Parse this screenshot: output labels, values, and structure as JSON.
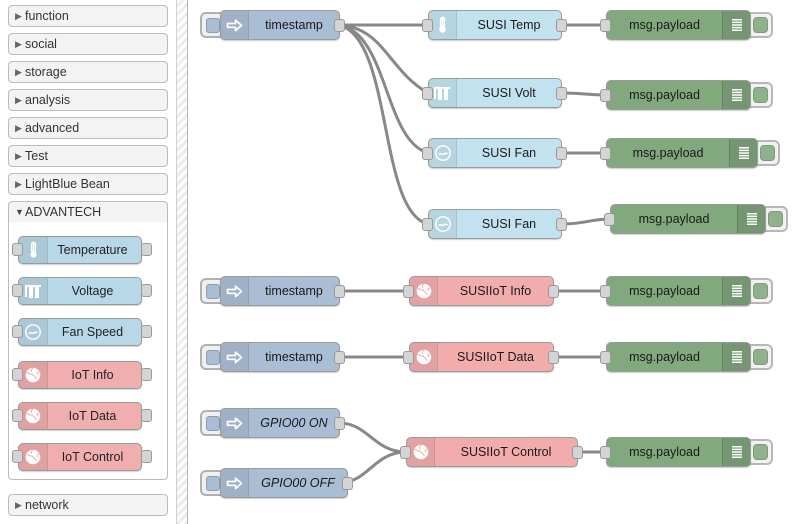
{
  "palette": {
    "categories": [
      {
        "label": "function",
        "expanded": false,
        "icon": "triangle-right-icon"
      },
      {
        "label": "social",
        "expanded": false,
        "icon": "triangle-right-icon"
      },
      {
        "label": "storage",
        "expanded": false,
        "icon": "triangle-right-icon"
      },
      {
        "label": "analysis",
        "expanded": false,
        "icon": "triangle-right-icon"
      },
      {
        "label": "advanced",
        "expanded": false,
        "icon": "triangle-right-icon"
      },
      {
        "label": "Test",
        "expanded": false,
        "icon": "triangle-right-icon"
      },
      {
        "label": "LightBlue Bean",
        "expanded": false,
        "icon": "triangle-right-icon"
      },
      {
        "label": "ADVANTECH",
        "expanded": true,
        "icon": "triangle-down-icon"
      },
      {
        "label": "network",
        "expanded": false,
        "icon": "triangle-right-icon"
      }
    ],
    "nodes": [
      {
        "label": "Temperature",
        "icon": "thermometer-icon",
        "color": "#b8d8e8"
      },
      {
        "label": "Voltage",
        "icon": "waveform-icon",
        "color": "#b8d8e8"
      },
      {
        "label": "Fan Speed",
        "icon": "gauge-icon",
        "color": "#b8d8e8"
      },
      {
        "label": "IoT Info",
        "icon": "globe-icon",
        "color": "#f1aeae"
      },
      {
        "label": "IoT Data",
        "icon": "globe-icon",
        "color": "#f1aeae"
      },
      {
        "label": "IoT Control",
        "icon": "globe-icon",
        "color": "#f1aeae"
      }
    ]
  },
  "flow": {
    "nodes": [
      {
        "label": "timestamp",
        "type": "inject",
        "icon": "arrow-right-icon",
        "italic": false
      },
      {
        "label": "SUSI Temp",
        "type": "susi",
        "icon": "thermometer-icon",
        "italic": false
      },
      {
        "label": "msg.payload",
        "type": "debug",
        "icon": "debug-list-icon",
        "italic": false
      },
      {
        "label": "SUSI Volt",
        "type": "susi",
        "icon": "waveform-icon",
        "italic": false
      },
      {
        "label": "msg.payload",
        "type": "debug",
        "icon": "debug-list-icon",
        "italic": false
      },
      {
        "label": "SUSI Fan",
        "type": "susi",
        "icon": "gauge-icon",
        "italic": false
      },
      {
        "label": "msg.payload",
        "type": "debug",
        "icon": "debug-list-icon",
        "italic": false
      },
      {
        "label": "SUSI Fan",
        "type": "susi",
        "icon": "gauge-icon",
        "italic": false
      },
      {
        "label": "msg.payload",
        "type": "debug",
        "icon": "debug-list-icon",
        "italic": false
      },
      {
        "label": "timestamp",
        "type": "inject",
        "icon": "arrow-right-icon",
        "italic": false
      },
      {
        "label": "SUSIIoT Info",
        "type": "iot",
        "icon": "globe-icon",
        "italic": false
      },
      {
        "label": "msg.payload",
        "type": "debug",
        "icon": "debug-list-icon",
        "italic": false
      },
      {
        "label": "timestamp",
        "type": "inject",
        "icon": "arrow-right-icon",
        "italic": false
      },
      {
        "label": "SUSIIoT Data",
        "type": "iot",
        "icon": "globe-icon",
        "italic": false
      },
      {
        "label": "msg.payload",
        "type": "debug",
        "icon": "debug-list-icon",
        "italic": false
      },
      {
        "label": "GPIO00 ON",
        "type": "inject",
        "icon": "arrow-right-icon",
        "italic": true
      },
      {
        "label": "GPIO00 OFF",
        "type": "inject",
        "icon": "arrow-right-icon",
        "italic": true
      },
      {
        "label": "SUSIIoT Control",
        "type": "iot",
        "icon": "globe-icon",
        "italic": false
      },
      {
        "label": "msg.payload",
        "type": "debug",
        "icon": "debug-list-icon",
        "italic": false
      }
    ]
  },
  "colors": {
    "inject": "#a9bdd4",
    "susi": "#c3e2f0",
    "iot": "#f3acac",
    "debug": "#82a87e",
    "wire": "#888888",
    "port": "#d4d4d4"
  }
}
